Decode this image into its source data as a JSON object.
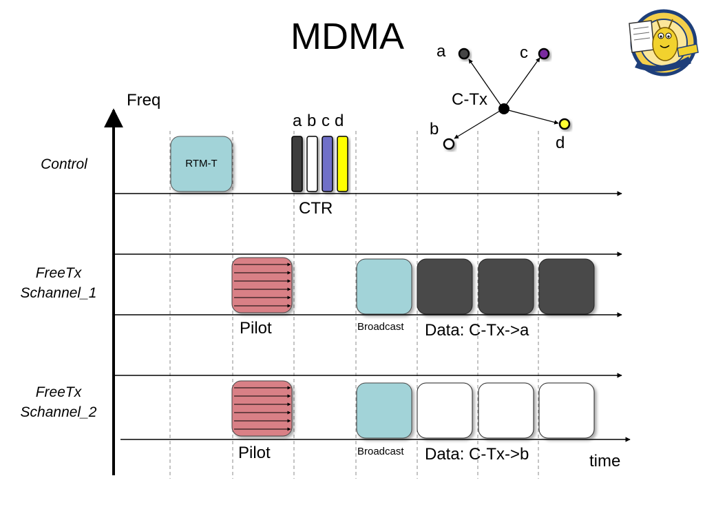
{
  "title": "MDMA",
  "axes": {
    "freq_label": "Freq",
    "time_label": "time"
  },
  "rows": {
    "control": "Control",
    "s1": {
      "line1": "FreeTx",
      "line2": "Schannel_1"
    },
    "s2": {
      "line1": "FreeTx",
      "line2": "Schannel_2"
    }
  },
  "blocks": {
    "rtm": "RTM-T",
    "ctr_label": "CTR",
    "ctr_bars": [
      {
        "label": "a",
        "color": "#3d3d3d"
      },
      {
        "label": "b",
        "color": "#ffffff"
      },
      {
        "label": "c",
        "color": "#7070c8"
      },
      {
        "label": "d",
        "color": "#ffff00"
      }
    ],
    "pilot": "Pilot",
    "broadcast": "Broadcast",
    "data_s1": "Data: C-Tx->a",
    "data_s2": "Data: C-Tx->b"
  },
  "topology": {
    "center": "C-Tx",
    "nodes": [
      {
        "label": "a",
        "color": "#444444"
      },
      {
        "label": "b",
        "color": "#ffffff"
      },
      {
        "label": "c",
        "color": "#7a2aa0"
      },
      {
        "label": "d",
        "color": "#ffff33"
      }
    ]
  },
  "colors": {
    "rtm_fill": "#a2d3d8",
    "broadcast_fill": "#a2d3d8",
    "pilot_fill": "#d98086",
    "data_s1_fill": "#4a4a4a",
    "data_s2_fill": "#ffffff"
  }
}
